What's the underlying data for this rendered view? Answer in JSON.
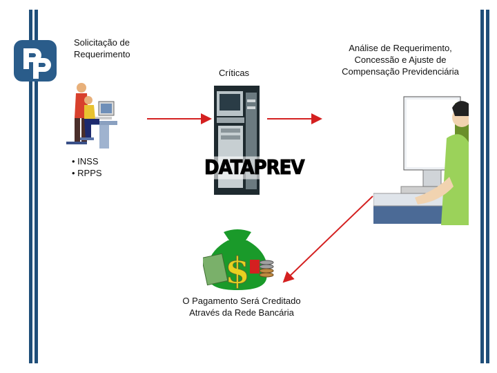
{
  "request": {
    "line1": "Solicitação de",
    "line2": "Requerimento"
  },
  "criticas": "Críticas",
  "analysis": {
    "line1": "Análise de Requerimento,",
    "line2": "Concessão e Ajuste de",
    "line3": "Compensação Previdenciária"
  },
  "entities": [
    "• INSS",
    "• RPPS"
  ],
  "dataprev_label": "DATAPREV",
  "payment": {
    "line1": "O Pagamento Será Creditado",
    "line2": "Através da Rede Bancária"
  },
  "colors": {
    "bar": "#1f4e79",
    "arrow": "#d42020",
    "money_bag": "#1a9a2a",
    "logo": "#2a5c8a"
  }
}
